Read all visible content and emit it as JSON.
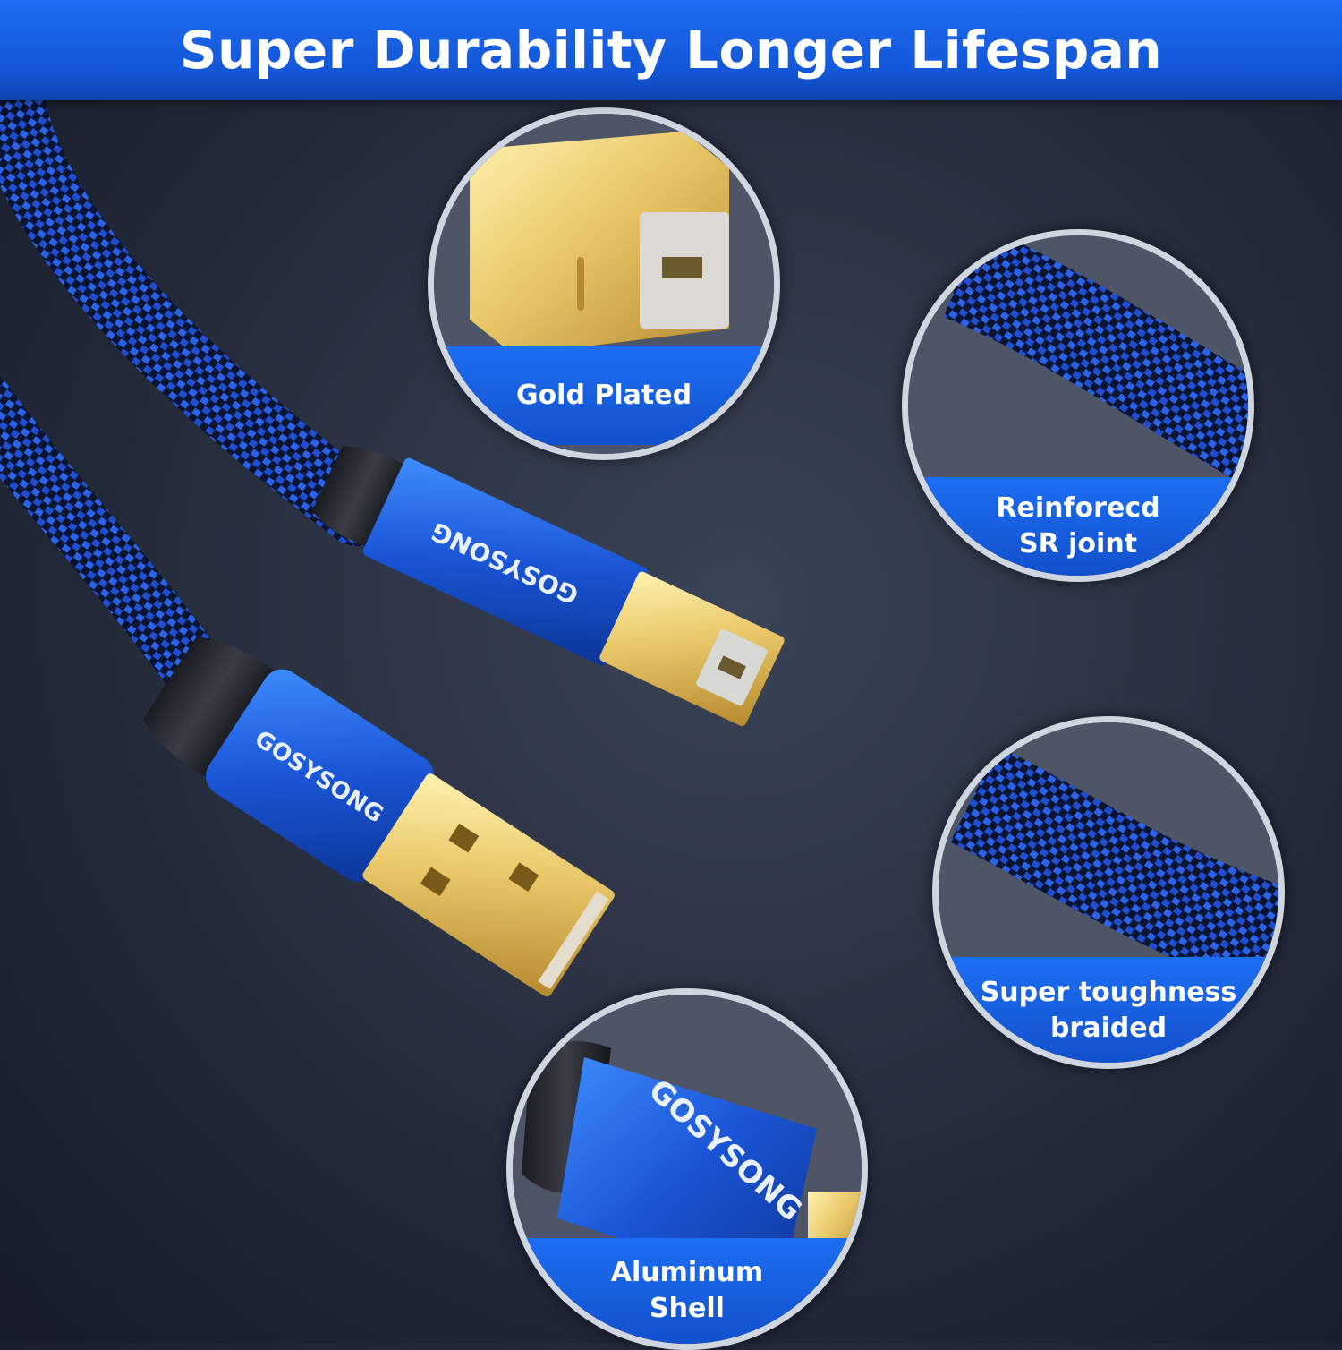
{
  "banner": {
    "title": "Super Durability Longer Lifespan"
  },
  "brand": {
    "name": "GOSYSONG"
  },
  "callouts": [
    {
      "lines": [
        "Gold Plated"
      ]
    },
    {
      "lines": [
        "Reinforecd",
        "SR joint"
      ]
    },
    {
      "lines": [
        "Super toughness",
        "braided"
      ]
    },
    {
      "lines": [
        "Aluminum",
        "Shell"
      ]
    }
  ],
  "colors": {
    "accent_blue": "#1d6ef2",
    "gold": "#e2c060",
    "braid_blue": "#1f4fd0",
    "braid_dark": "#0b1430"
  }
}
